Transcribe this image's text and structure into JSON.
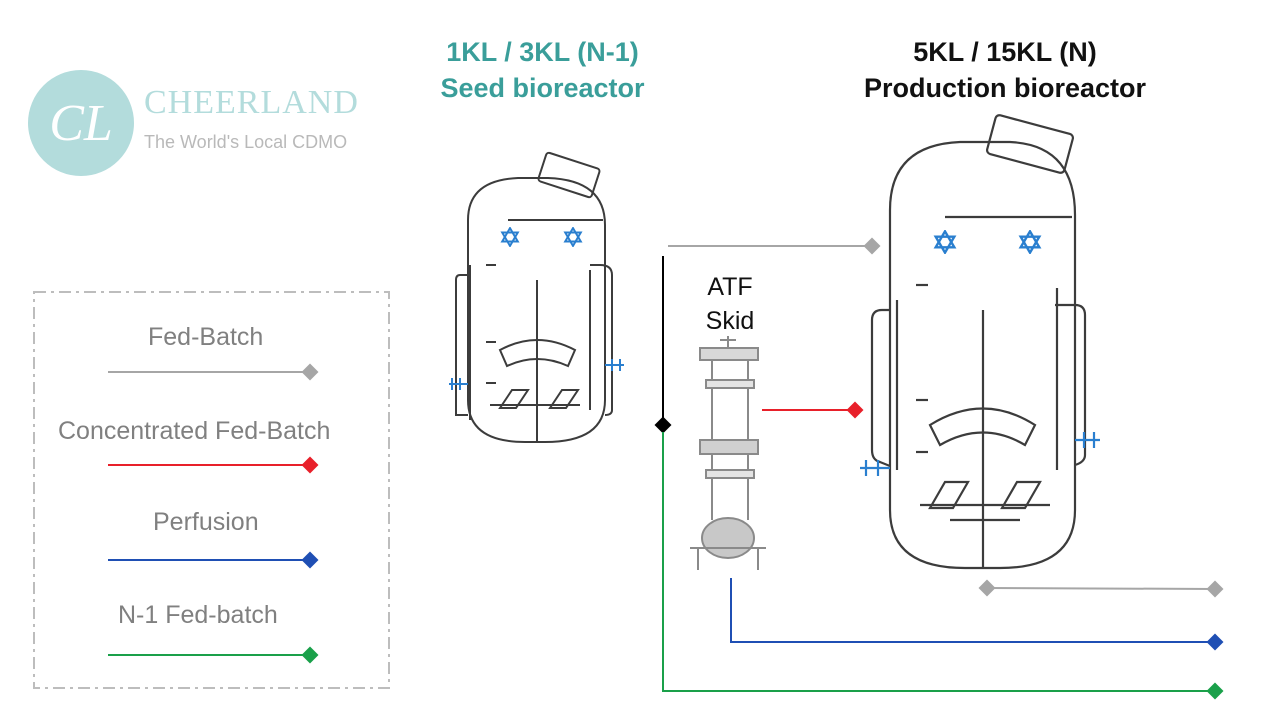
{
  "logo": {
    "name": "CHEERLAND",
    "tagline": "The World's Local CDMO",
    "mark": "CL",
    "color": "#b3dcdc"
  },
  "seed": {
    "title_line1": "1KL / 3KL (N-1)",
    "title_line2": "Seed bioreactor",
    "color": "#3a9e9a"
  },
  "production": {
    "title_line1": "5KL / 15KL (N)",
    "title_line2": "Production bioreactor"
  },
  "atf": {
    "line1": "ATF",
    "line2": "Skid"
  },
  "legend": {
    "items": [
      {
        "label": "Fed-Batch",
        "color": "#a6a6a6"
      },
      {
        "label": "Concentrated Fed-Batch",
        "color": "#e8202a"
      },
      {
        "label": "Perfusion",
        "color": "#1f4fb4"
      },
      {
        "label": "N-1 Fed-batch",
        "color": "#1aa04a"
      }
    ]
  },
  "colors": {
    "vessel_line": "#3c3c3c",
    "spray_icon": "#2a7fcf",
    "branch_line": "#000000"
  },
  "icons": [
    "logo-mark-icon",
    "spray-ball-icon",
    "valve-icon",
    "impeller-icon",
    "atf-skid-icon"
  ]
}
